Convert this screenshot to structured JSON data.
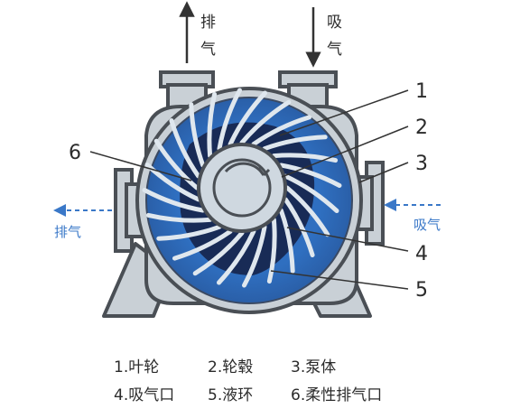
{
  "arrows": {
    "top_exhaust": [
      "排",
      "气"
    ],
    "top_intake": [
      "吸",
      "气"
    ],
    "side_exhaust": "排气",
    "side_intake": "吸气"
  },
  "callouts": [
    "1",
    "2",
    "3",
    "4",
    "5",
    "6"
  ],
  "legend": {
    "row1": [
      "1.叶轮",
      "2.轮毂",
      "3.泵体"
    ],
    "row2": [
      "4.吸气口",
      "5.液环",
      "6.柔性排气口"
    ]
  },
  "colors": {
    "casing": "#c9d0d6",
    "outline": "#4a4f55",
    "liquid_ring": "#2f6fc0",
    "rotor_space": "#16234a",
    "hub": "#cfd8e0",
    "blade": "#dfe7ee",
    "arrow_blue": "#3a78c8",
    "arrow_dark": "#333333"
  }
}
